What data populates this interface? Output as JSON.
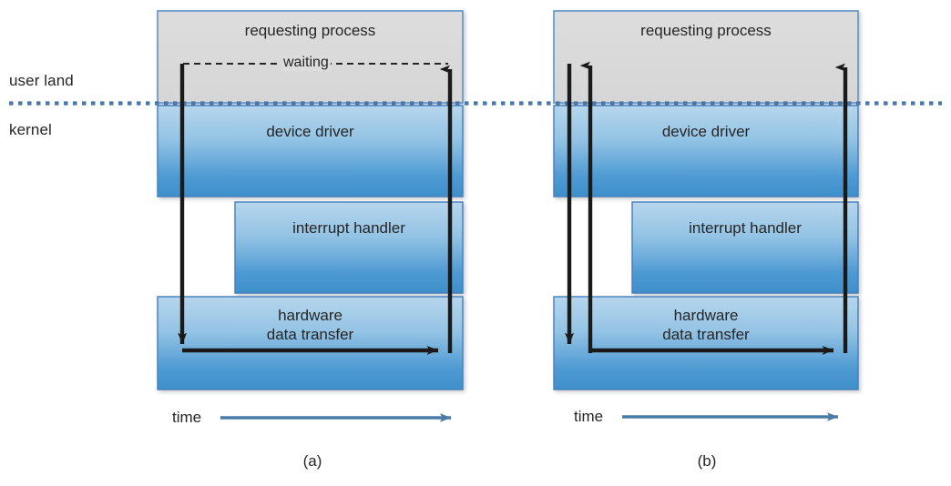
{
  "figure": {
    "boundary_labels": {
      "user": "user land",
      "kernel": "kernel"
    },
    "colors": {
      "user_box_fill": "#dcdcdc",
      "kernel_box_top": "#aacfea",
      "kernel_box_bottom": "#3e8fca",
      "box_border": "#3f7fbf",
      "boundary_line": "#4a76a8",
      "time_arrow": "#4a7ba7",
      "text": "#262626",
      "flow_arrow": "#1a1a1a"
    }
  },
  "panels": [
    {
      "caption": "(a)",
      "time_label": "time",
      "boxes": [
        {
          "label": "requesting process",
          "kind": "user"
        },
        {
          "label": "device driver",
          "kind": "kernel"
        },
        {
          "label": "interrupt handler",
          "kind": "kernel"
        },
        {
          "label": "hardware\ndata transfer",
          "line1": "hardware",
          "line2": "data transfer",
          "kind": "kernel"
        }
      ],
      "annotations": [
        {
          "name": "waiting",
          "label": "waiting"
        }
      ]
    },
    {
      "caption": "(b)",
      "time_label": "time",
      "boxes": [
        {
          "label": "requesting process",
          "kind": "user"
        },
        {
          "label": "device driver",
          "kind": "kernel"
        },
        {
          "label": "interrupt handler",
          "kind": "kernel"
        },
        {
          "label": "hardware\ndata transfer",
          "line1": "hardware",
          "line2": "data transfer",
          "kind": "kernel"
        }
      ],
      "annotations": []
    }
  ]
}
